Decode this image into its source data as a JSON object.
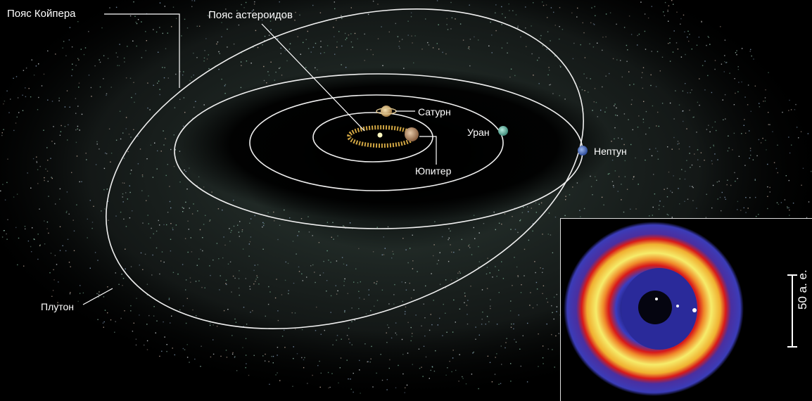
{
  "labels": {
    "kuiper_belt": "Пояс Койпера",
    "asteroid_belt": "Пояс астероидов",
    "saturn": "Сатурн",
    "uranus": "Уран",
    "neptune": "Нептун",
    "jupiter": "Юпитер",
    "pluto": "Плутон"
  },
  "inset": {
    "scale_label": "50 а. е."
  },
  "colors": {
    "background": "#000000",
    "orbit": "#f0f0f0",
    "dust_green": "#7fb89a",
    "dust_white": "#d8dde0",
    "ring_outer": "#3b3cb8",
    "ring_red": "#d81a1a",
    "ring_yellow": "#f0e04a"
  }
}
